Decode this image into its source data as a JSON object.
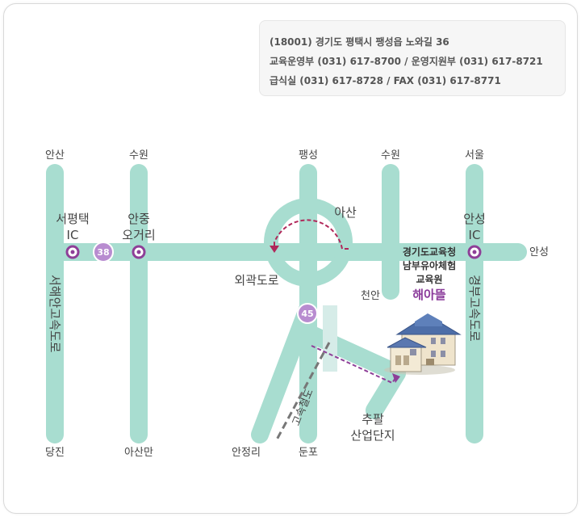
{
  "info": {
    "line1": "(18001) 경기도 평택시 팽성읍 노와길 36",
    "line2": "교육운영부 (031) 617-8700  /  운영지원부 (031) 617-8721",
    "line3": "급식실 (031) 617-8728  /  FAX (031) 617-8771"
  },
  "map": {
    "colors": {
      "road": "#a8ddd0",
      "ic": "#8e3f98",
      "route_badge": "#b88cd0",
      "highway_dash": "#777777",
      "route_arrow": "#b0285a",
      "brand": "#8a3a9a"
    },
    "directions": {
      "top_ansan": "안산",
      "top_suwon_left": "수원",
      "top_paengseong": "팽성",
      "top_suwon_right": "수원",
      "top_seoul": "서울",
      "bottom_dangjin": "당진",
      "bottom_asanman": "아산만",
      "bottom_anjeongri": "안정리",
      "bottom_dunpo": "둔포",
      "right_anseong": "안성",
      "cheonan": "천안",
      "asan": "아산"
    },
    "places": {
      "seopyeongtaek_ic_1": "서평택",
      "seopyeongtaek_ic_2": "IC",
      "anjung_1": "안중",
      "anjung_2": "오거리",
      "anseong_ic_1": "안성",
      "anseong_ic_2": "IC",
      "outer_ring_road": "외곽도로",
      "chupal_1": "추팔",
      "chupal_2": "산업단지"
    },
    "highways": {
      "west_coast": "서해안고속도로",
      "gyeongbu": "경부고속도로",
      "high_speed_rail": "고속철도"
    },
    "routes": {
      "route_38": "38",
      "route_45": "45"
    },
    "destination": {
      "line1": "경기도교육청",
      "line2": "남부유아체험",
      "line3": "교육원",
      "brand": "해아뜰"
    },
    "icons": {
      "ic_marker": "ic-marker-icon",
      "building": "building-icon",
      "route_arrow": "route-arrow-icon"
    }
  }
}
